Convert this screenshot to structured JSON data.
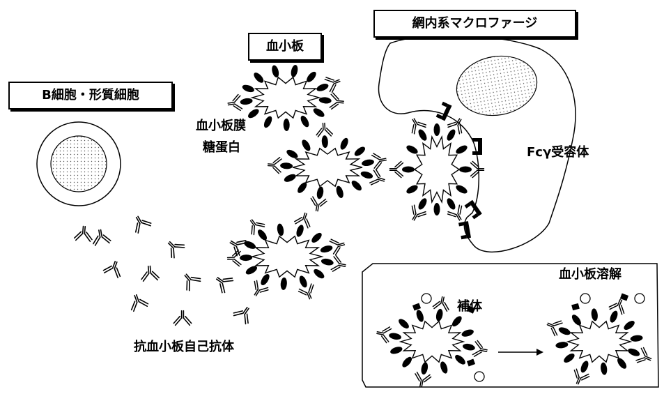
{
  "labels": {
    "b_cell": "B細胞・形質細胞",
    "platelet": "血小板",
    "macrophage": "網内系マクロファージ",
    "glyco_line1": "血小板膜",
    "glyco_line2": "糖蛋白",
    "fc_receptor": "Fcγ受容体",
    "autoantibody": "抗血小板自己抗体",
    "complement": "補体",
    "lysis": "血小板溶解"
  },
  "colors": {
    "ink": "#000000",
    "paper": "#ffffff"
  }
}
